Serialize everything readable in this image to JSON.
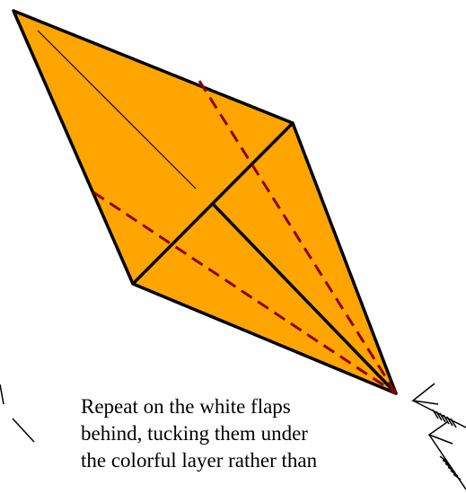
{
  "colors": {
    "paper": "#FFA500",
    "outline": "#000000",
    "valley_fold": "#8B0000",
    "background": "#FFFFFF"
  },
  "instruction": {
    "lines": [
      "Repeat on the white flaps",
      "behind, tucking them under",
      "the colorful layer rather than"
    ]
  }
}
